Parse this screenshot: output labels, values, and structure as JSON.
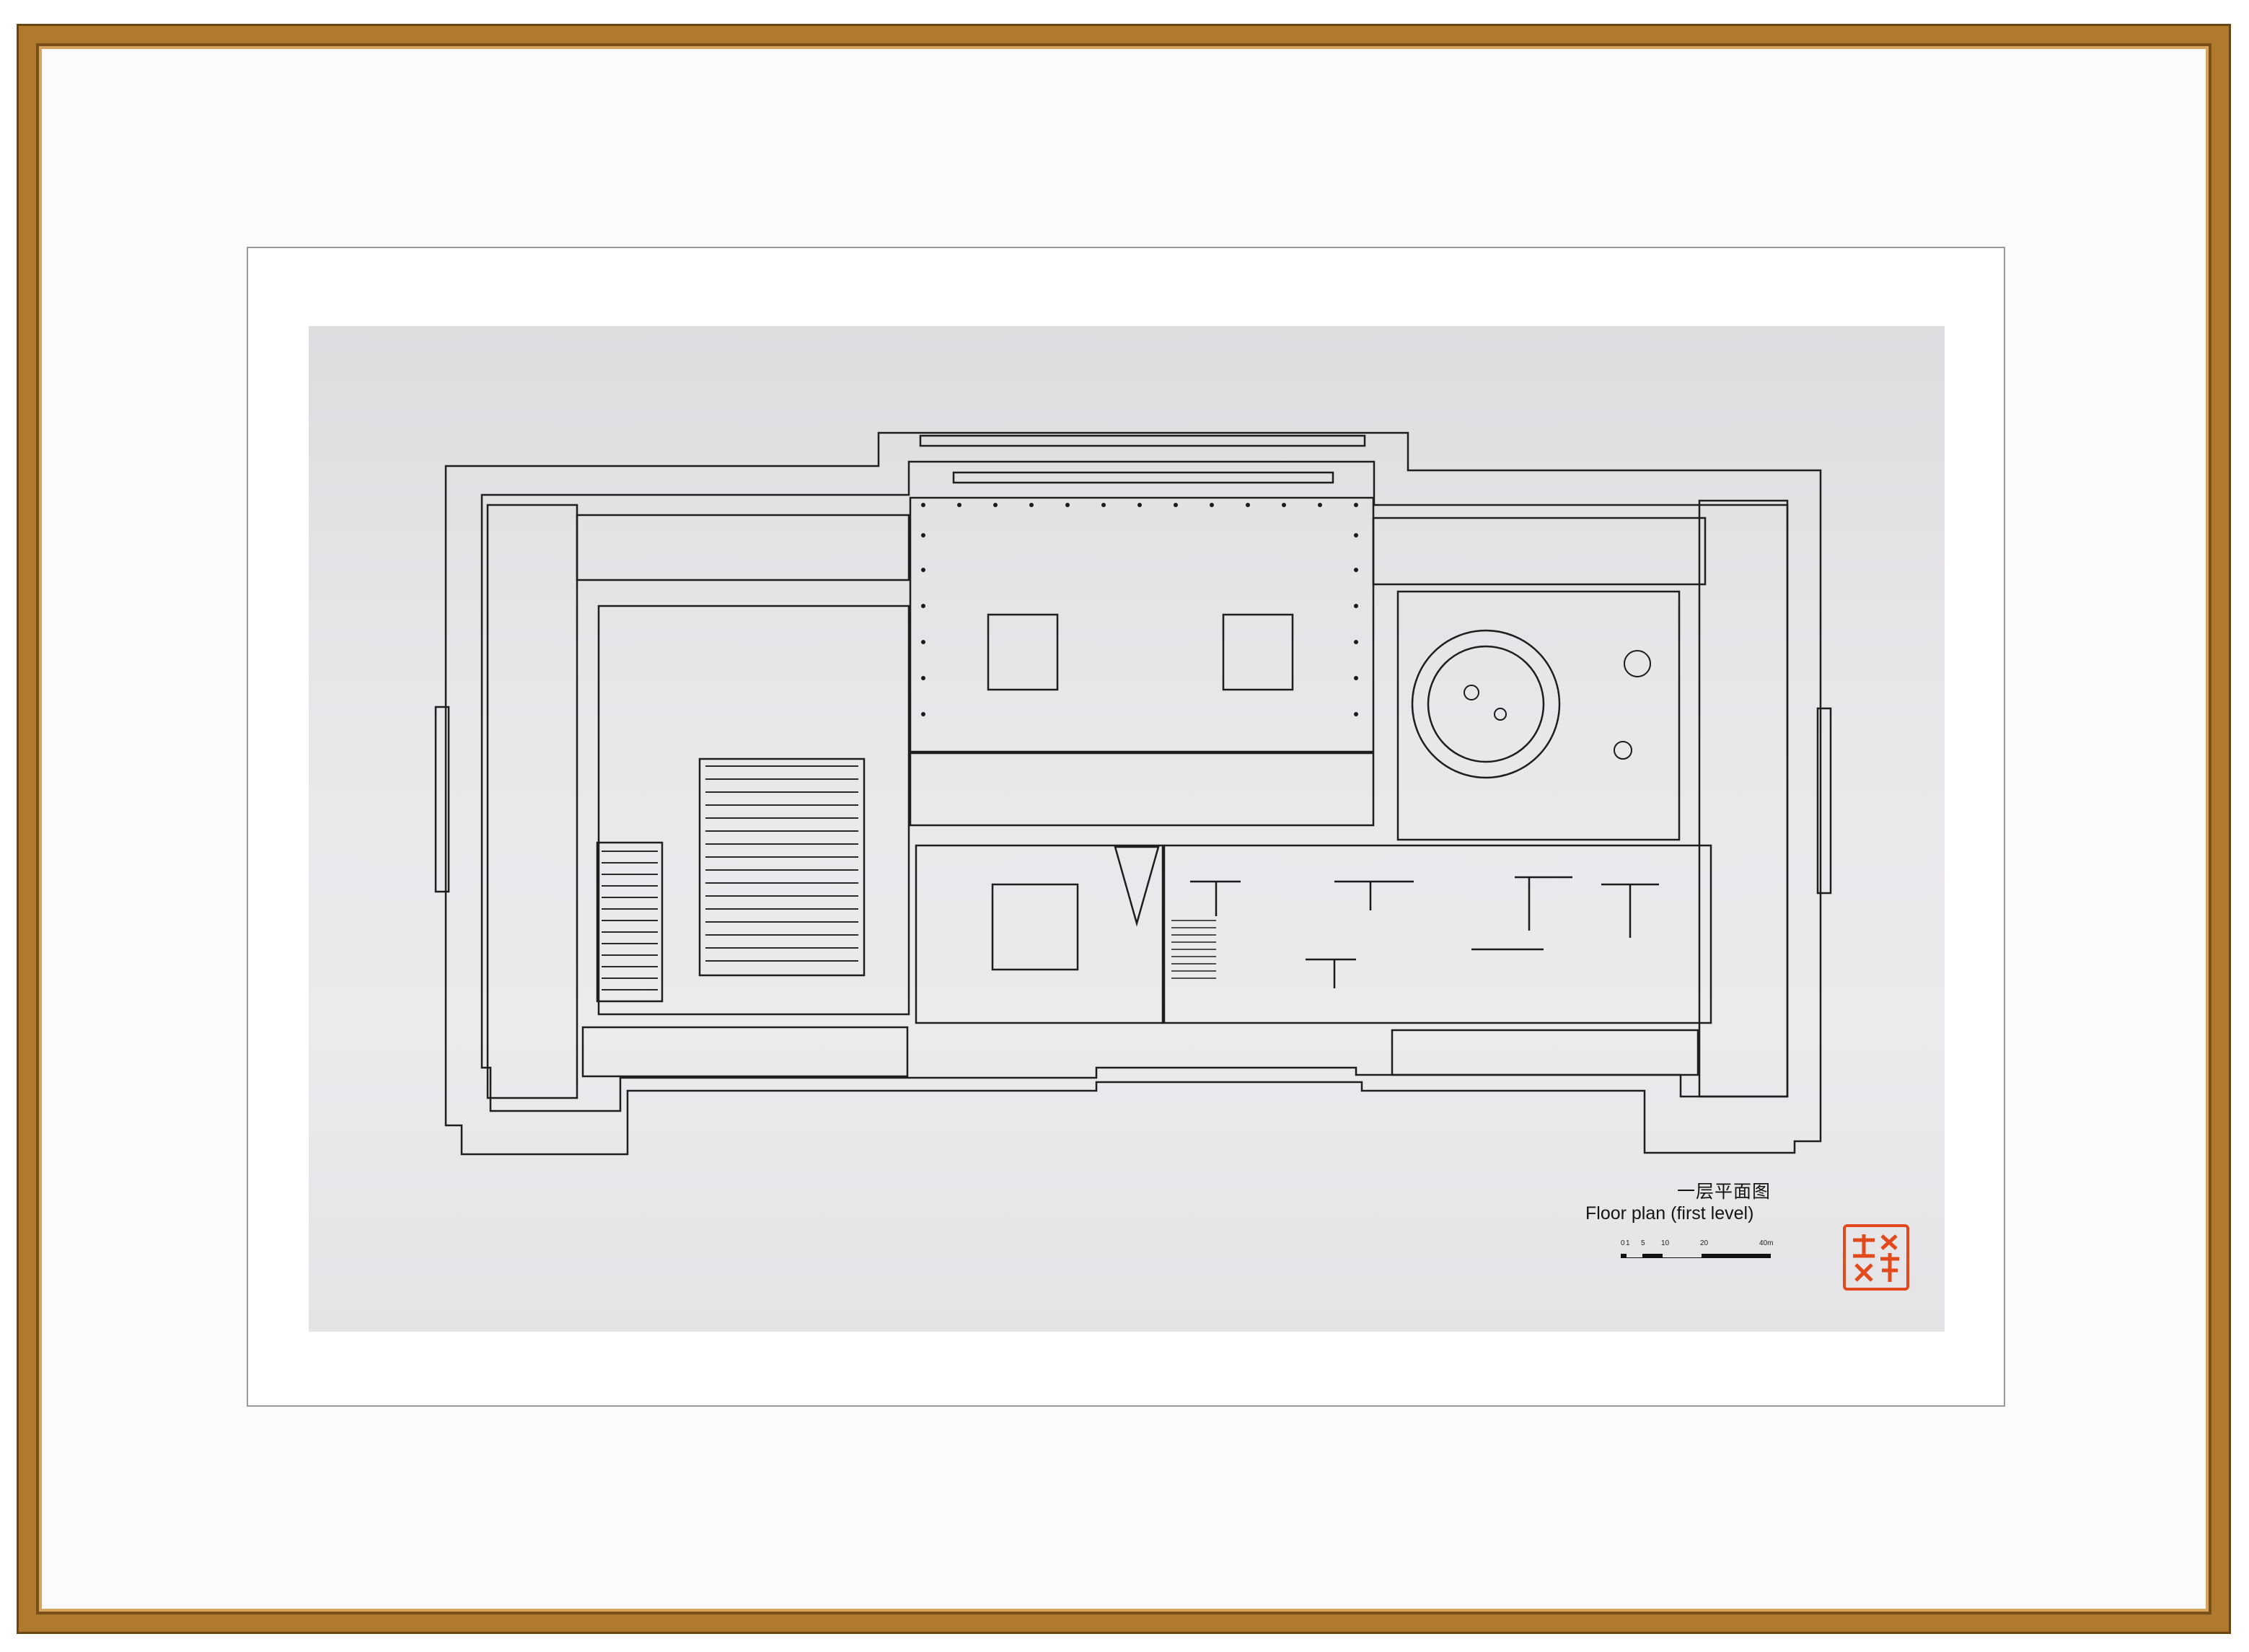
{
  "caption": {
    "title_cn": "一层平面图",
    "title_en": "Floor plan (first level)"
  },
  "scale_bar": {
    "labels": [
      "0",
      "1",
      "5",
      "10",
      "20",
      "40m"
    ]
  },
  "seal": {
    "description_text": "",
    "color": "#e24a1c"
  },
  "colors": {
    "frame": "#b07a2e",
    "ink": "#1a1a1a",
    "paper": "#e6e5e8"
  }
}
